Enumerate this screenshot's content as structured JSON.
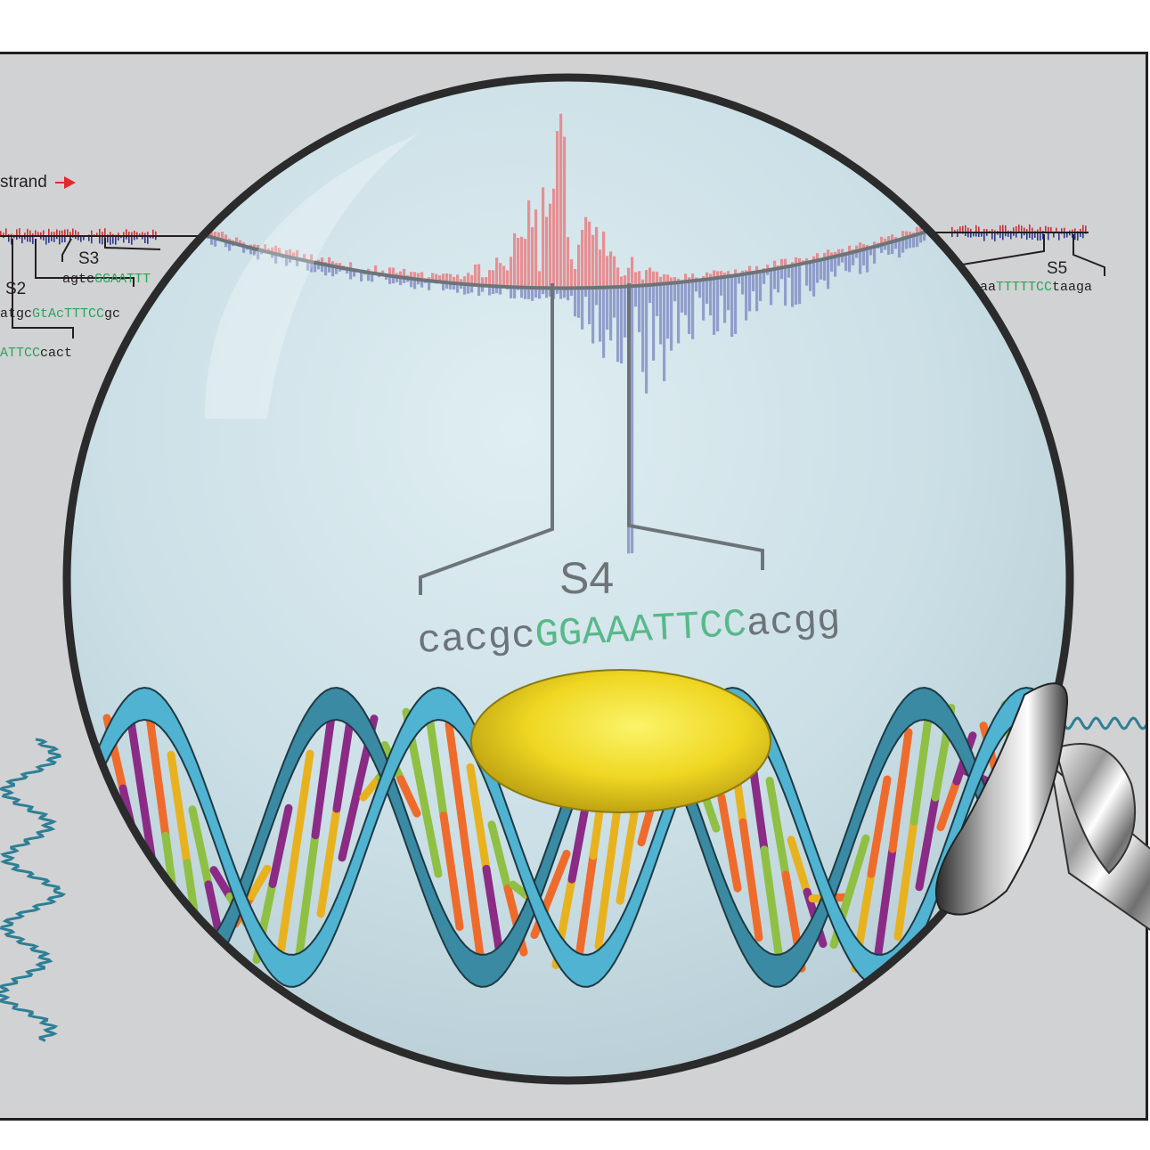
{
  "strand_label": "strand",
  "sites": {
    "s2": {
      "label": "S2",
      "lower": "atgc",
      "core": "GtAcTTTCC",
      "tail": "gc"
    },
    "s3": {
      "label": "S3",
      "lower": "agtc",
      "core": "GGAATTT",
      "tail": ""
    },
    "s1_partial": {
      "core": "ATTCC",
      "tail": "cact"
    },
    "s4": {
      "label": "S4",
      "lower": "cacgc",
      "core": "GGAAATTCC",
      "tail": "acgg"
    },
    "s5": {
      "label": "S5",
      "lower": "aa",
      "core": "TTTTTCC",
      "tail": "taaga"
    }
  },
  "colors": {
    "panel": "#d1d2d4",
    "plus_strand": "#e8797d",
    "minus_strand": "#7f8bc3",
    "motif_core": "#2aa55a",
    "lens_glass": "#c9dde4",
    "dna_backbone": "#4fb3d1",
    "protein": "#f2e227",
    "arrow": "#e6282c"
  }
}
